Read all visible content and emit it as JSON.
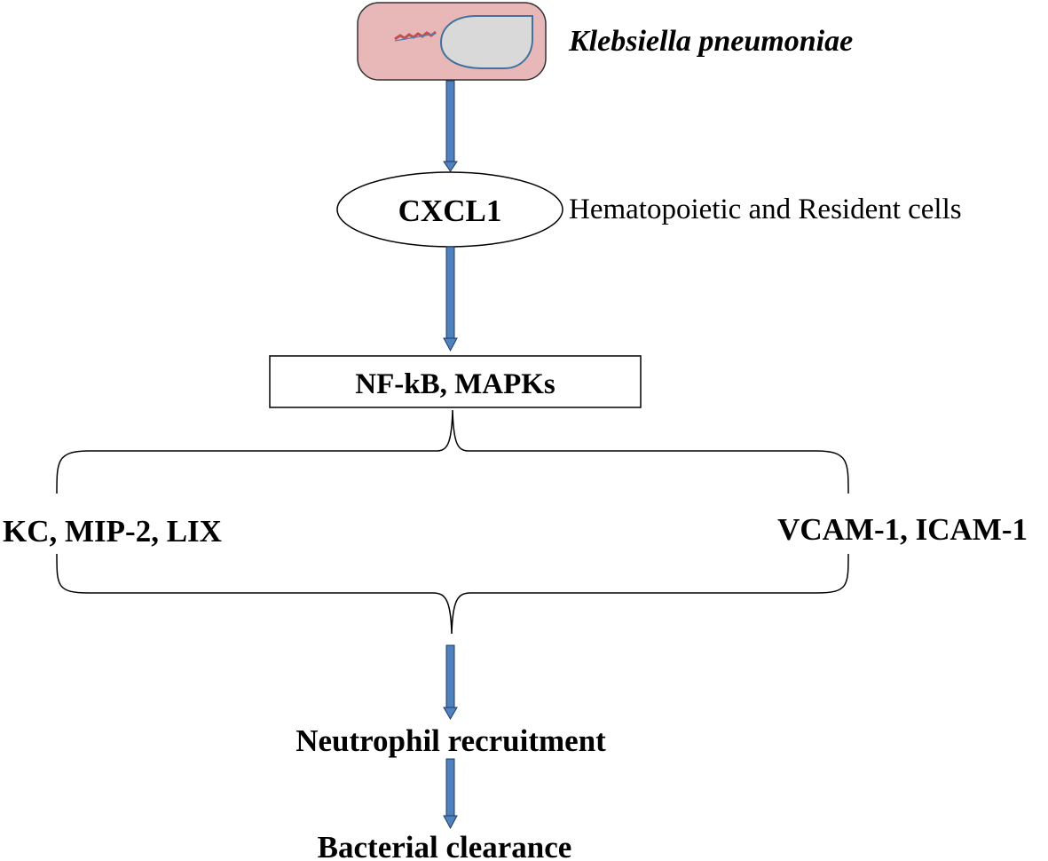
{
  "pathogen": {
    "name": "Klebsiella pneumoniae",
    "cell_fill": "#e8b8b8",
    "nucleoid_fill": "#d9d9d9",
    "outline_color": "#41719c"
  },
  "chemokine": {
    "name": "CXCL1",
    "source": "Hematopoietic and Resident cells"
  },
  "signaling": {
    "label": "NF-kB, MAPKs"
  },
  "effects": {
    "left": "KC, MIP-2, LIX",
    "right": "VCAM-1, ICAM-1"
  },
  "outcomes": {
    "recruitment": "Neutrophil recruitment",
    "clearance": "Bacterial clearance"
  },
  "colors": {
    "arrow_fill": "#4f81bd",
    "arrow_stroke": "#1f3864"
  }
}
